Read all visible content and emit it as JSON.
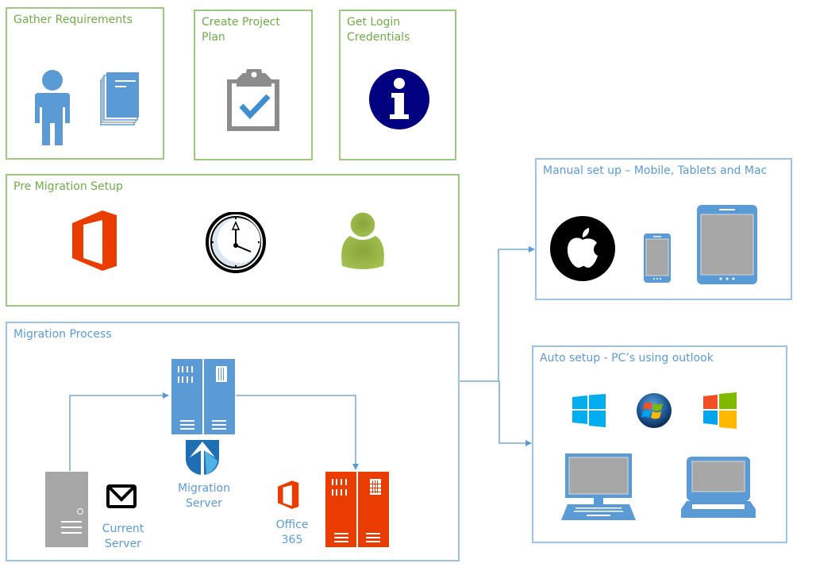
{
  "diagram": {
    "steps": [
      {
        "id": "gather",
        "title": "Gather Requirements",
        "icons": [
          "person-icon",
          "documents-icon"
        ]
      },
      {
        "id": "plan",
        "title_lines": [
          "Create Project",
          "Plan"
        ],
        "icons": [
          "clipboard-check-icon"
        ]
      },
      {
        "id": "credentials",
        "title_lines": [
          "Get Login",
          "Credentials"
        ],
        "icons": [
          "info-icon"
        ]
      },
      {
        "id": "pre-migration",
        "title": "Pre Migration Setup",
        "icons": [
          "office-logo-icon",
          "clock-icon",
          "user-icon"
        ]
      },
      {
        "id": "migration",
        "title": "Migration Process"
      },
      {
        "id": "manual",
        "title": "Manual set up – Mobile, Tablets and Mac",
        "icons": [
          "apple-icon",
          "smartphone-icon",
          "tablet-icon"
        ]
      },
      {
        "id": "auto",
        "title": "Auto setup - PC’s using outlook",
        "icons": [
          "windows-8-icon",
          "windows-7-icon",
          "windows-10-icon",
          "desktop-icon",
          "laptop-icon"
        ]
      }
    ],
    "migration_nodes": {
      "current_server": [
        "Current",
        "Server"
      ],
      "migration_server": [
        "Migration",
        "Server"
      ],
      "office365": [
        "Office",
        "365"
      ]
    },
    "colors": {
      "green_border": "#9ccb7f",
      "green_text": "#70ad47",
      "blue_border": "#9dc3e6",
      "blue_text": "#5b9bd5",
      "icon_blue": "#5b9bd5",
      "office_orange": "#eb3c00",
      "gray": "#a6a6a6",
      "info_navy": "#000080",
      "user_green": "#8aa63a"
    }
  }
}
